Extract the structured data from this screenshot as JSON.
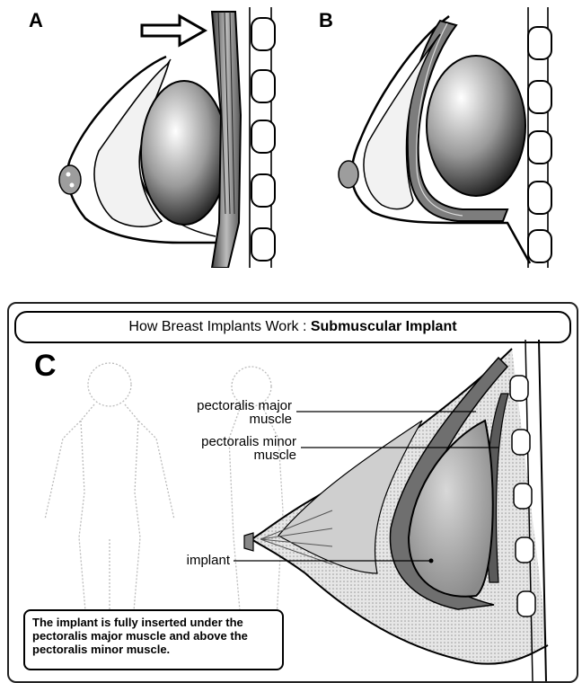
{
  "panel_a": {
    "letter": "A"
  },
  "panel_b": {
    "letter": "B"
  },
  "panel_c": {
    "letter": "C",
    "title_prefix": "How Breast Implants Work : ",
    "title_bold": "Submuscular Implant",
    "labels": {
      "major_line1": "pectoralis major",
      "major_line2": "muscle",
      "minor_line1": "pectoralis minor",
      "minor_line2": "muscle",
      "implant": "implant"
    },
    "note": "The implant is fully inserted under the pectoralis major muscle and above the pectoralis minor muscle."
  }
}
